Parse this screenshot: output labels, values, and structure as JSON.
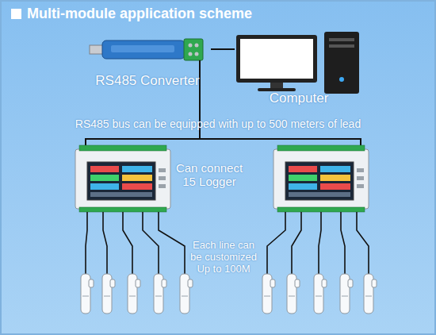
{
  "diagram": {
    "title": "Multi-module application scheme",
    "nodes": [
      {
        "text": [
          "RS485 Converter"
        ]
      },
      {
        "text": [
          "Computer"
        ]
      }
    ],
    "edges": [
      {
        "from": 0,
        "to": 1,
        "arrow": "none"
      }
    ],
    "labels": [
      "RS485 bus can be equipped with up to 500 meters of lead",
      "Can connect 15 Logger",
      "Each line can be customized Up to 100M"
    ]
  }
}
